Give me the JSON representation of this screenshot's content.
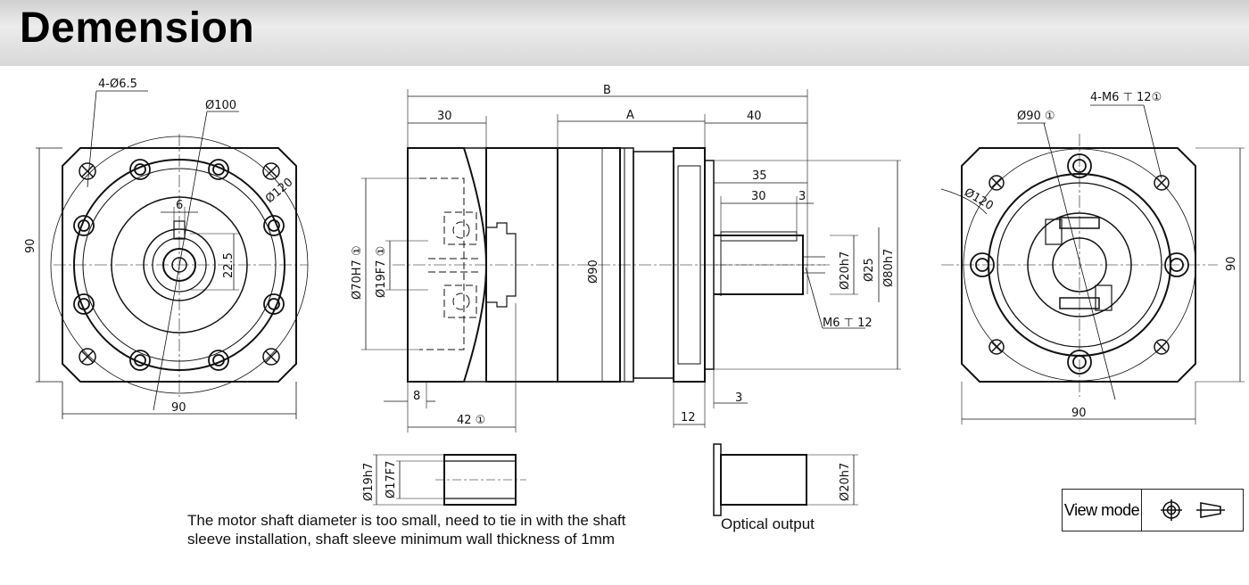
{
  "header": {
    "title": "Demension"
  },
  "front_view": {
    "holes": "4-Ø6.5",
    "outer_circle": "Ø100",
    "pcd": "Ø120",
    "key_width": "6",
    "key_height": "22.5",
    "height": "90",
    "width": "90"
  },
  "side_view": {
    "total_length": "B",
    "body_length": "A",
    "input_length": "30",
    "shaft_length": "40",
    "shaft_len_a": "35",
    "shaft_len_b": "30",
    "shaft_gap": "3",
    "bore_70": "Ø70H7 ①",
    "bore_19": "Ø19F7 ①",
    "body_dia": "Ø90",
    "shaft_dia": "Ø20h7",
    "shaft_dia_25": "Ø25",
    "pilot_dia": "Ø80h7",
    "thread": "M6 ⊤ 12",
    "inset_8": "8",
    "inset_42": "42 ①",
    "flange_12": "12",
    "flange_3": "3"
  },
  "back_view": {
    "outer_dia": "Ø90 ①",
    "tap_holes": "4-M6 ⊤ 12①",
    "pcd": "Ø120",
    "height": "90",
    "width": "90"
  },
  "sleeve": {
    "outer": "Ø19h7",
    "inner": "Ø17F7",
    "note_line1": "The motor shaft diameter is too small, need to tie in with the shaft",
    "note_line2": "sleeve installation, shaft sleeve minimum wall thickness of 1mm"
  },
  "optical": {
    "dia": "Ø20h7",
    "label": "Optical output"
  },
  "view_mode": {
    "label": "View mode",
    "icons": [
      "first-angle-circle-icon",
      "projection-cone-icon"
    ]
  }
}
